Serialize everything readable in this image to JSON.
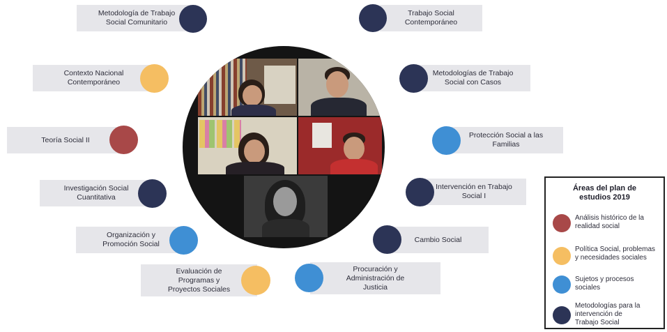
{
  "colors": {
    "historico": "#a84848",
    "politica": "#f5be62",
    "sujetos": "#3f8fd4",
    "metodologias": "#2c3456"
  },
  "nodes": [
    {
      "label": "Metodología de Trabajo\nSocial Comunitario",
      "area": "metodologias"
    },
    {
      "label": "Trabajo Social\nContemporáneo",
      "area": "metodologias"
    },
    {
      "label": "Contexto Nacional\nContemporáneo",
      "area": "politica"
    },
    {
      "label": "Metodologías de Trabajo\nSocial con Casos",
      "area": "metodologias"
    },
    {
      "label": "Teoría Social II",
      "area": "historico"
    },
    {
      "label": "Protección Social a las\nFamilias",
      "area": "sujetos"
    },
    {
      "label": "Investigación Social\nCuantitativa",
      "area": "metodologias"
    },
    {
      "label": "Intervención en Trabajo\nSocial I",
      "area": "metodologias"
    },
    {
      "label": "Organización y\nPromoción Social",
      "area": "sujetos"
    },
    {
      "label": "Cambio Social",
      "area": "metodologias"
    },
    {
      "label": "Evaluación de\nProgramas y\nProyectos Sociales",
      "area": "politica"
    },
    {
      "label": "Procuración y\nAdministración de\nJusticia",
      "area": "sujetos"
    }
  ],
  "legend": {
    "title": "Áreas del plan de\nestudios 2019",
    "items": [
      {
        "label": "Análisis histórico de la\nrealidad social",
        "area": "historico"
      },
      {
        "label": "Política Social, problemas\ny necesidades sociales",
        "area": "politica"
      },
      {
        "label": "Sujetos y procesos\nsociales",
        "area": "sujetos"
      },
      {
        "label": "Metodologías para la\nintervención de\nTrabajo Social",
        "area": "metodologias"
      }
    ]
  }
}
